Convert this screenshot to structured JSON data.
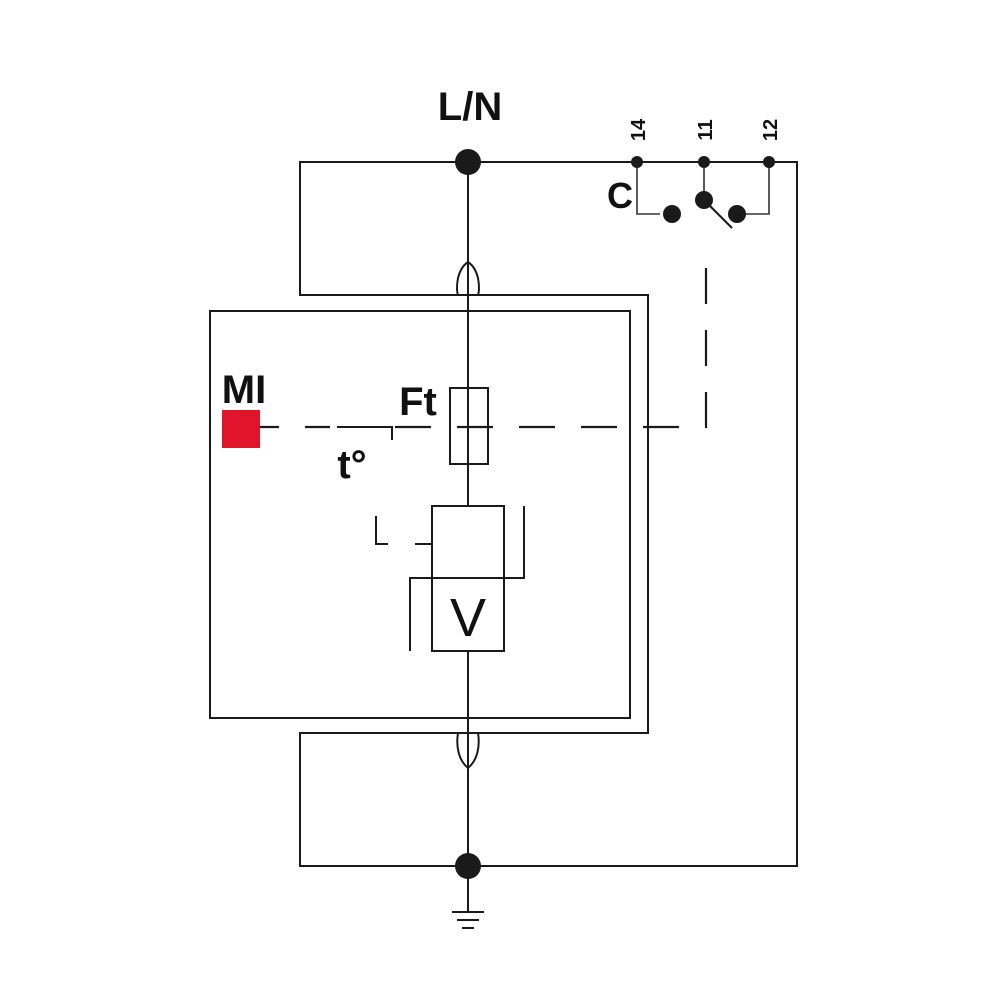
{
  "diagram": {
    "labels": {
      "terminal_top": "L/N",
      "indicator": "MI",
      "fuse": "Ft",
      "thermal": "t°",
      "varistor": "V",
      "contact": "C"
    },
    "contact_terminals": [
      "14",
      "11",
      "12"
    ],
    "colors": {
      "line": "#1a1a1a",
      "indicator": "#e0142a",
      "background": "#ffffff"
    }
  }
}
